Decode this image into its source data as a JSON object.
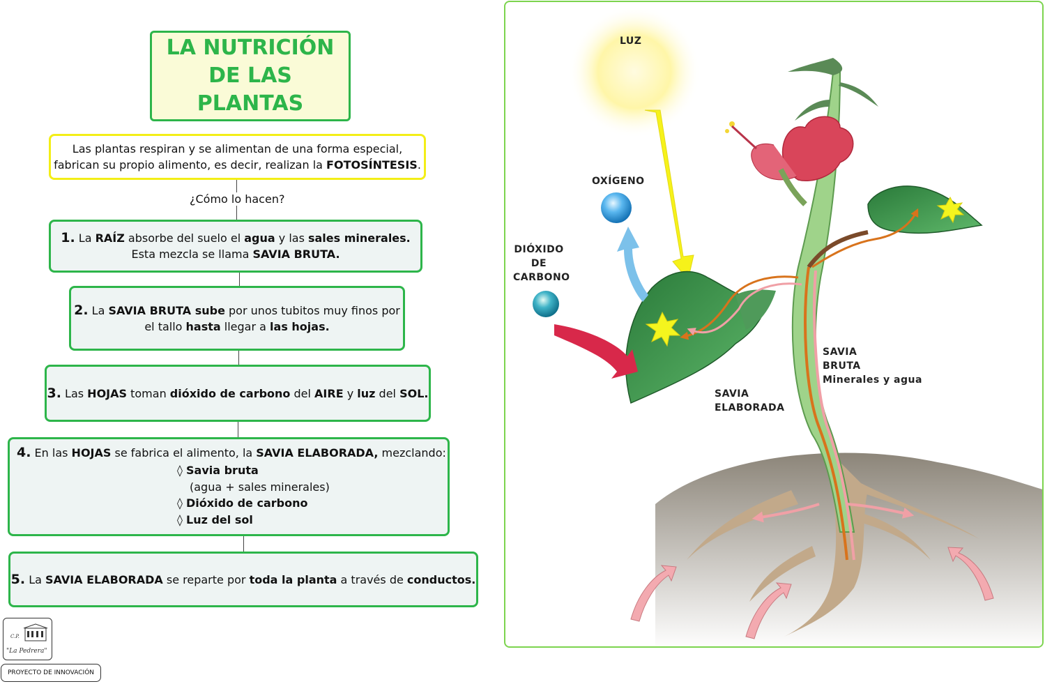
{
  "title": {
    "line1": "LA NUTRICIÓN",
    "line2": "DE LAS PLANTAS"
  },
  "intro": {
    "line1": "Las plantas respiran y se alimentan de una forma especial,",
    "line2_pre": "fabrican su propio alimento, es decir, realizan la ",
    "line2_bold": "FOTOSÍNTESIS",
    "line2_post": "."
  },
  "question": "¿Cómo lo hacen?",
  "steps": {
    "s1": {
      "num": "1.",
      "t1": " La ",
      "b1": "RAÍZ",
      "t2": " absorbe del suelo el ",
      "b2": "agua",
      "t3": " y las ",
      "b3": "sales minerales.",
      "l2_pre": "Esta mezcla se llama ",
      "l2_bold": "SAVIA BRUTA."
    },
    "s2": {
      "num": "2.",
      "t1": " La ",
      "b1": "SAVIA BRUTA sube",
      "t2": " por unos tubitos muy finos por",
      "l2_pre": "el tallo ",
      "l2_b1": "hasta",
      "l2_mid": " llegar a ",
      "l2_b2": "las hojas."
    },
    "s3": {
      "num": "3.",
      "t1": " Las ",
      "b1": "HOJAS",
      "t2": " toman ",
      "b2": "dióxido de carbono",
      "t3": " del ",
      "b3": "AIRE",
      "t4": " y ",
      "b4": "luz",
      "t5": " del ",
      "b5": "SOL."
    },
    "s4": {
      "num": "4.",
      "t1": " En las ",
      "b1": "HOJAS",
      "t2": " se fabrica el alimento, la ",
      "b2": "SAVIA ELABORADA,",
      "t3": " mezclando:",
      "i1": "Savia bruta",
      "i1_sub": "(agua + sales minerales)",
      "i2": "Dióxido de carbono",
      "i3": "Luz del sol",
      "bullet": "◊"
    },
    "s5": {
      "num": "5.",
      "t1": " La ",
      "b1": "SAVIA ELABORADA",
      "t2": " se reparte por ",
      "b2": "toda la planta",
      "t3": " a través de ",
      "b3": "conductos."
    }
  },
  "logo": {
    "line1": "C.P.",
    "line2": "\"La Pedrera\""
  },
  "proyecto": "PROYECTO DE INNOVACIÓN",
  "diagram": {
    "luz": "LUZ",
    "oxigeno": "OXÍGENO",
    "dioxido1": "DIÓXIDO",
    "dioxido2": "DE",
    "dioxido3": "CARBONO",
    "savia_bruta1": "SAVIA",
    "savia_bruta2": "BRUTA",
    "savia_bruta3": "Minerales y agua",
    "savia_elab1": "SAVIA",
    "savia_elab2": "ELABORADA"
  },
  "colors": {
    "green_border": "#2db54a",
    "yellow_border": "#f3ee17",
    "box_fill": "#eef4f3",
    "title_fill": "#fafbd7"
  }
}
